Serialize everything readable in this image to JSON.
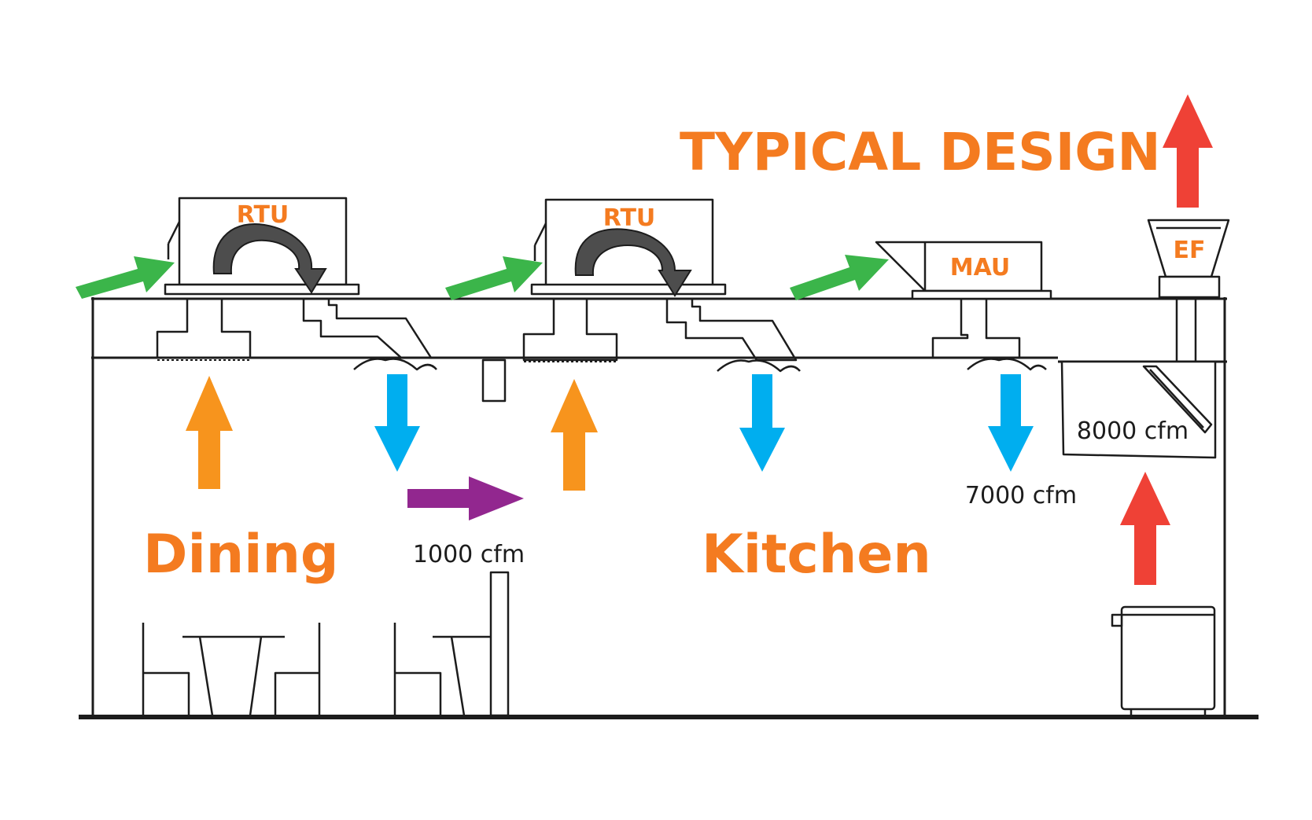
{
  "title": "TYPICAL DESIGN",
  "units": {
    "rtu_1": "RTU",
    "rtu_2": "RTU",
    "mau": "MAU",
    "ef": "EF"
  },
  "zones": {
    "dining": "Dining",
    "kitchen": "Kitchen"
  },
  "airflows": {
    "transfer": "1000 cfm",
    "makeup": "7000 cfm",
    "hood_exhaust": "8000 cfm"
  },
  "colors": {
    "text_accent": "#f47b20",
    "outdoor_air_arrow": "#3bb54a",
    "return_air_arrow": "#f7941d",
    "supply_air_arrow": "#00aeef",
    "transfer_air_arrow": "#92278f",
    "exhaust_air_arrow": "#ef4136",
    "line_drawing": "#1c1c1c"
  }
}
